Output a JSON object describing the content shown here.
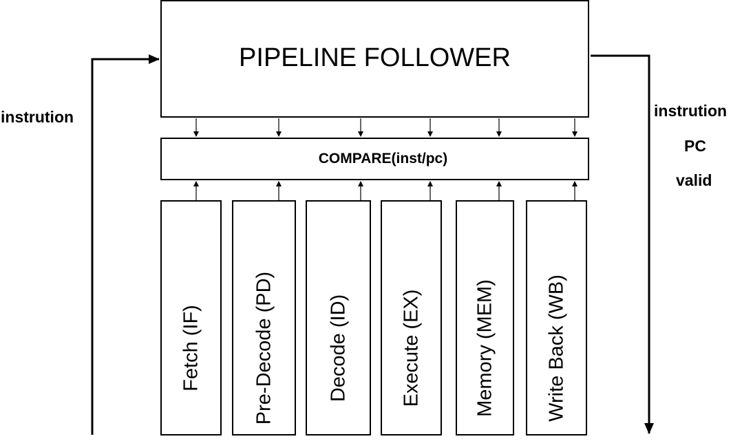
{
  "diagram": {
    "follower": {
      "label": "PIPELINE FOLLOWER"
    },
    "compare": {
      "label": "COMPARE(inst/pc)"
    },
    "stages": [
      {
        "label": "Fetch (IF)"
      },
      {
        "label": "Pre-Decode (PD)"
      },
      {
        "label": "Decode (ID)"
      },
      {
        "label": "Execute (EX)"
      },
      {
        "label": "Memory (MEM)"
      },
      {
        "label": "Write Back (WB)"
      }
    ],
    "input_label": "instrution",
    "outputs": [
      {
        "label": "instrution"
      },
      {
        "label": "PC"
      },
      {
        "label": "valid"
      }
    ]
  }
}
